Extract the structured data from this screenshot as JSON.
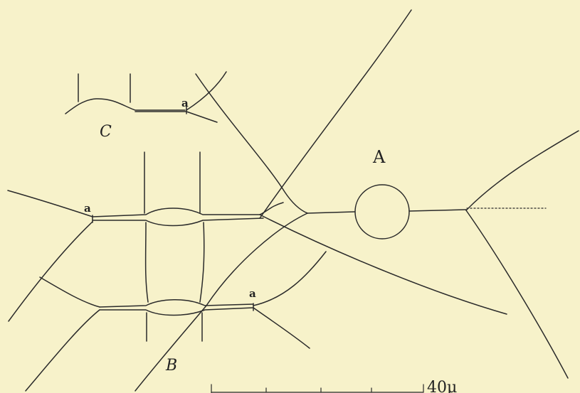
{
  "labels": {
    "A": "A",
    "B": "B",
    "C": "C",
    "a_top_left": "a",
    "a_bottom_right": "a",
    "a_inset": "a"
  },
  "scale_bar": {
    "label": "40μ"
  },
  "colors": {
    "paper": "#f7f2ca",
    "ink": "#2a2a2a"
  }
}
